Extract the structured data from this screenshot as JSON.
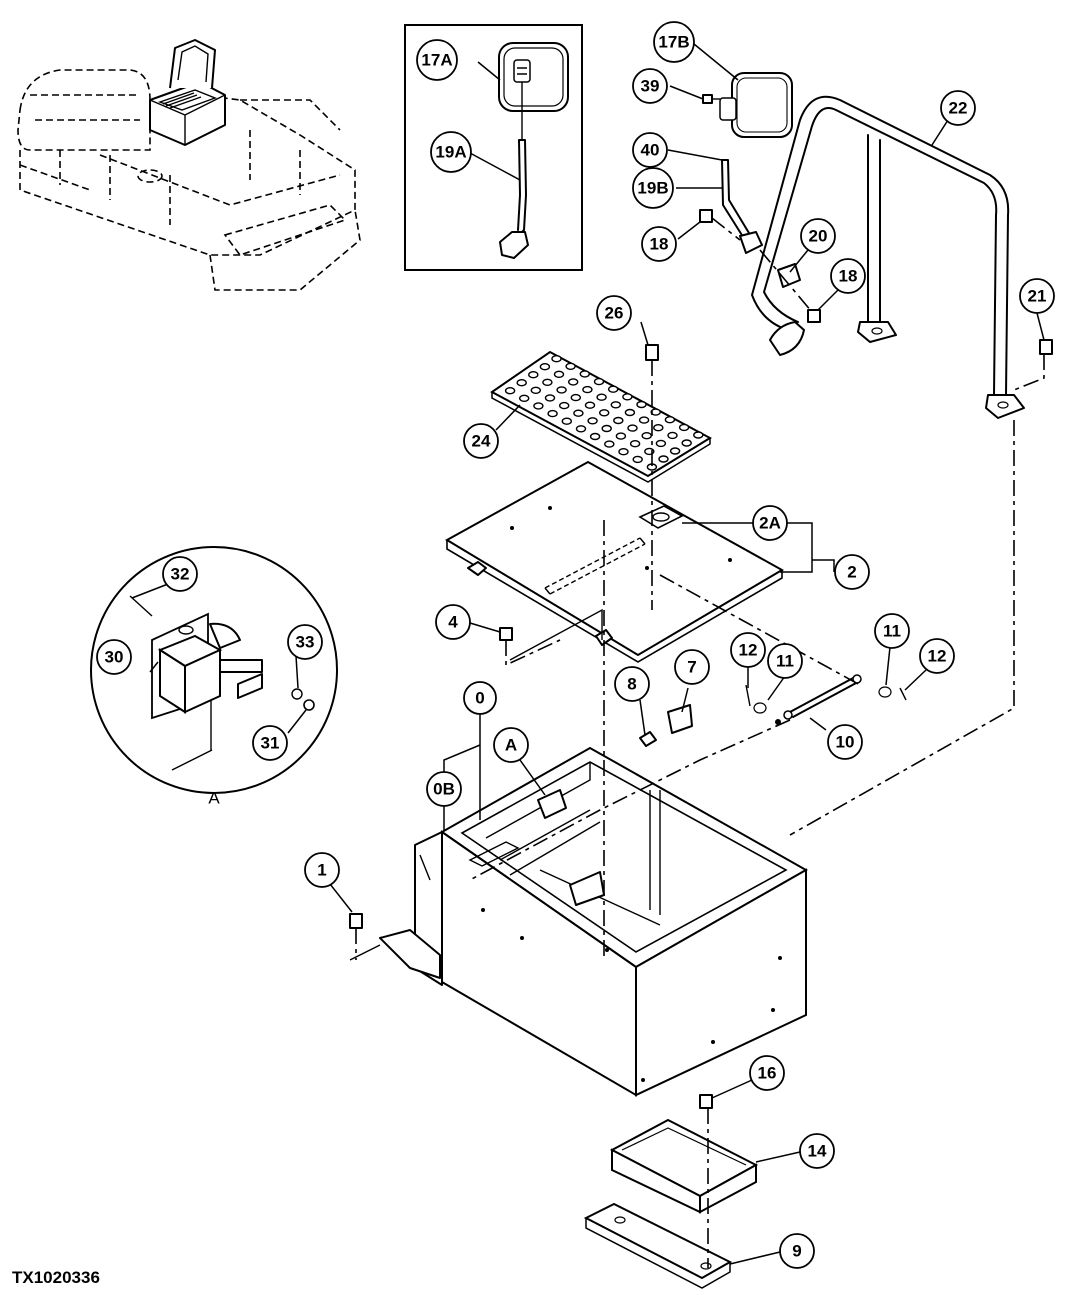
{
  "figure_id": "TX1020336",
  "detail_view_label": "A",
  "callouts": {
    "c0": "0",
    "c0B": "0B",
    "c1": "1",
    "c2": "2",
    "c2A": "2A",
    "c4": "4",
    "c7": "7",
    "c8": "8",
    "c9": "9",
    "c10": "10",
    "c11a": "11",
    "c11b": "11",
    "c12a": "12",
    "c12b": "12",
    "c14": "14",
    "c16": "16",
    "c17A": "17A",
    "c17B": "17B",
    "c18a": "18",
    "c18b": "18",
    "c19A": "19A",
    "c19B": "19B",
    "c20": "20",
    "c21": "21",
    "c22": "22",
    "c24": "24",
    "c26": "26",
    "c30": "30",
    "c31": "31",
    "c32": "32",
    "c33": "33",
    "c39": "39",
    "c40": "40",
    "cA": "A"
  }
}
